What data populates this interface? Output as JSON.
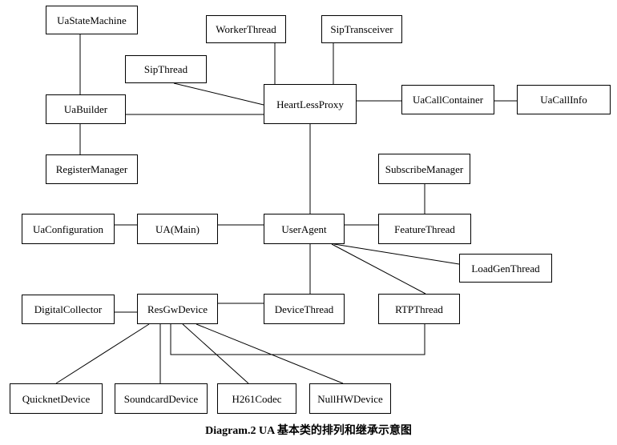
{
  "diagram": {
    "caption": "Diagram.2 UA 基本类的排列和继承示意图",
    "colors": {
      "background": "#ffffff",
      "box_fill": "#ffffff",
      "box_border": "#000000",
      "line": "#000000",
      "text": "#000000"
    },
    "nodes": {
      "uaStateMachine": {
        "label": "UaStateMachine"
      },
      "workerThread": {
        "label": "WorkerThread"
      },
      "sipTransceiver": {
        "label": "SipTransceiver"
      },
      "sipThread": {
        "label": "SipThread"
      },
      "heartLessProxy": {
        "label": "HeartLessProxy"
      },
      "uaCallContainer": {
        "label": "UaCallContainer"
      },
      "uaCallInfo": {
        "label": "UaCallInfo"
      },
      "uaBuilder": {
        "label": "UaBuilder"
      },
      "registerManager": {
        "label": "RegisterManager"
      },
      "subscribeManager": {
        "label": "SubscribeManager"
      },
      "uaConfiguration": {
        "label": "UaConfiguration"
      },
      "uaMain": {
        "label": "UA(Main)"
      },
      "userAgent": {
        "label": "UserAgent"
      },
      "featureThread": {
        "label": "FeatureThread"
      },
      "loadGenThread": {
        "label": "LoadGenThread"
      },
      "digitalCollector": {
        "label": "DigitalCollector"
      },
      "resGwDevice": {
        "label": "ResGwDevice"
      },
      "deviceThread": {
        "label": "DeviceThread"
      },
      "rtpThread": {
        "label": "RTPThread"
      },
      "quicknetDevice": {
        "label": "QuicknetDevice"
      },
      "soundcardDevice": {
        "label": "SoundcardDevice"
      },
      "h261Codec": {
        "label": "H261Codec"
      },
      "nullHWDevice": {
        "label": "NullHWDevice"
      }
    },
    "edges": [
      {
        "from": "UaStateMachine",
        "to": "UaBuilder"
      },
      {
        "from": "UaBuilder",
        "to": "RegisterManager"
      },
      {
        "from": "WorkerThread",
        "to": "HeartLessProxy"
      },
      {
        "from": "SipTransceiver",
        "to": "HeartLessProxy"
      },
      {
        "from": "SipThread",
        "to": "HeartLessProxy"
      },
      {
        "from": "UaBuilder",
        "to": "HeartLessProxy"
      },
      {
        "from": "HeartLessProxy",
        "to": "UaCallContainer"
      },
      {
        "from": "UaCallContainer",
        "to": "UaCallInfo"
      },
      {
        "from": "HeartLessProxy",
        "to": "UserAgent"
      },
      {
        "from": "SubscribeManager",
        "to": "FeatureThread"
      },
      {
        "from": "UaConfiguration",
        "to": "UA(Main)"
      },
      {
        "from": "UA(Main)",
        "to": "UserAgent"
      },
      {
        "from": "UserAgent",
        "to": "FeatureThread"
      },
      {
        "from": "UserAgent",
        "to": "DeviceThread"
      },
      {
        "from": "UserAgent",
        "to": "LoadGenThread"
      },
      {
        "from": "UserAgent",
        "to": "RTPThread"
      },
      {
        "from": "DigitalCollector",
        "to": "ResGwDevice"
      },
      {
        "from": "ResGwDevice",
        "to": "DeviceThread"
      },
      {
        "from": "ResGwDevice",
        "to": "QuicknetDevice"
      },
      {
        "from": "ResGwDevice",
        "to": "SoundcardDevice"
      },
      {
        "from": "ResGwDevice",
        "to": "RTPThread"
      },
      {
        "from": "ResGwDevice",
        "to": "H261Codec"
      },
      {
        "from": "ResGwDevice",
        "to": "NullHWDevice"
      }
    ]
  }
}
